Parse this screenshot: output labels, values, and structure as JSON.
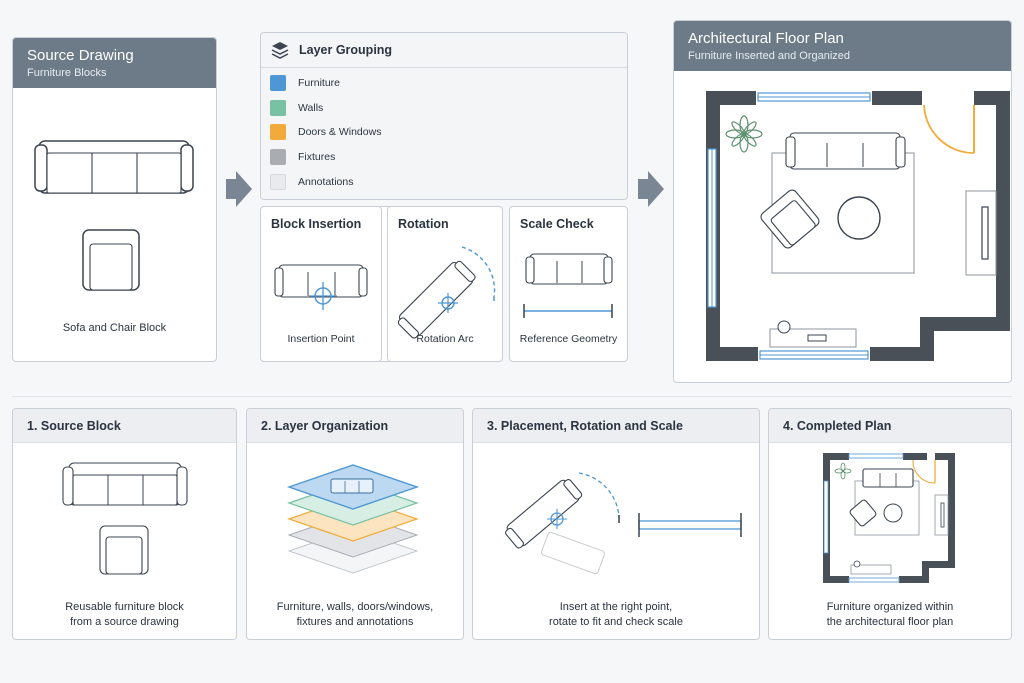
{
  "source_drawing": {
    "title": "Source Drawing",
    "subtitle": "Furniture Blocks",
    "caption": "Sofa and Chair Block"
  },
  "layer_grouping": {
    "title": "Layer Grouping",
    "layers": [
      {
        "label": "Furniture",
        "color": "#4f97d4"
      },
      {
        "label": "Walls",
        "color": "#79c1a3"
      },
      {
        "label": "Doors & Windows",
        "color": "#f2ab3a"
      },
      {
        "label": "Fixtures",
        "color": "#a9adb2"
      },
      {
        "label": "Annotations",
        "color": "#e8eaec"
      }
    ]
  },
  "steps_top": [
    {
      "title": "Block Insertion",
      "caption": "Insertion Point"
    },
    {
      "title": "Rotation",
      "caption": "Rotation Arc"
    },
    {
      "title": "Scale Check",
      "caption": "Reference Geometry"
    }
  ],
  "floor_plan": {
    "title": "Architectural Floor Plan",
    "subtitle": "Furniture Inserted and Organized"
  },
  "bottom_steps": [
    {
      "title": "1. Source Block",
      "caption_line1": "Reusable furniture block",
      "caption_line2": "from a source drawing"
    },
    {
      "title": "2. Layer Organization",
      "caption_line1": "Furniture, walls, doors/windows,",
      "caption_line2": "fixtures and annotations"
    },
    {
      "title": "3. Placement, Rotation and Scale",
      "caption_line1": "Insert at the right point,",
      "caption_line2": "rotate to fit and check scale"
    },
    {
      "title": "4. Completed Plan",
      "caption_line1": "Furniture organized within",
      "caption_line2": "the architectural floor plan"
    }
  ],
  "colors": {
    "header_dark": "#6d7a88",
    "accent_blue": "#4f97d4",
    "accent_orange": "#f2ab3a",
    "wall": "#4a5058"
  }
}
